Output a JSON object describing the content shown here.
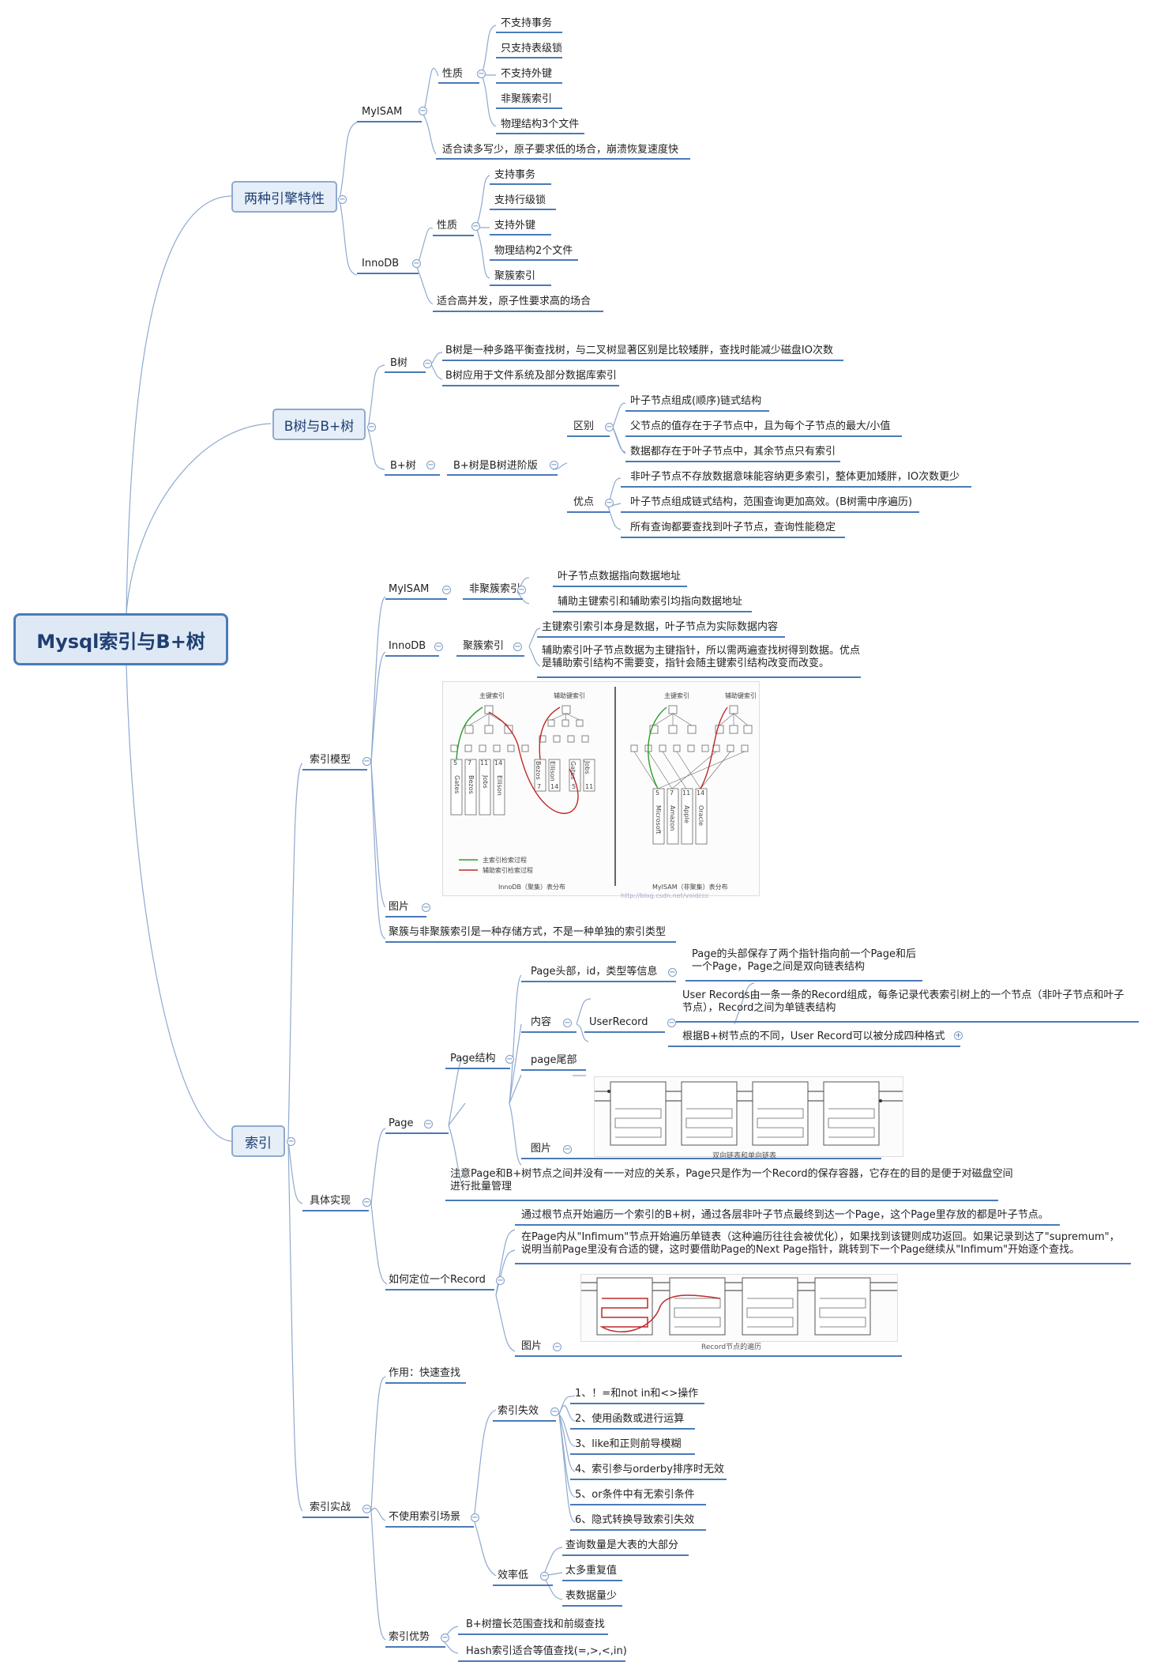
{
  "root": {
    "title": "Mysql索引与B+树"
  },
  "main": {
    "engines": "两种引擎特性",
    "btree": "B树与B+树",
    "index": "索引"
  },
  "engines": {
    "myisam": {
      "label": "MyISAM",
      "nature": "性质",
      "traits": [
        "不支持事务",
        "只支持表级锁",
        "不支持外键",
        "非聚簇索引",
        "物理结构3个文件"
      ],
      "scene": "适合读多写少，原子要求低的场合，崩溃恢复速度快"
    },
    "innodb": {
      "label": "InnoDB",
      "nature": "性质",
      "traits": [
        "支持事务",
        "支持行级锁",
        "支持外键",
        "物理结构2个文件",
        "聚簇索引"
      ],
      "scene": "适合高并发，原子性要求高的场合"
    }
  },
  "btree": {
    "b": {
      "label": "B树",
      "items": [
        "B树是一种多路平衡查找树，与二叉树显著区别是比较矮胖，查找时能减少磁盘IO次数",
        "B树应用于文件系统及部分数据库索引"
      ]
    },
    "bplus": {
      "label": "B+树",
      "desc": "B+树是B树进阶版",
      "diff": {
        "label": "区别",
        "items": [
          "叶子节点组成(顺序)链式结构",
          "父节点的值存在于子节点中，且为每个子节点的最大/小值",
          "数据都存在于叶子节点中，其余节点只有索引"
        ]
      },
      "adv": {
        "label": "优点",
        "items": [
          "非叶子节点不存放数据意味能容纳更多索引，整体更加矮胖，IO次数更少",
          "叶子节点组成链式结构，范围查询更加高效。(B树需中序遍历)",
          "所有查询都要查找到叶子节点，查询性能稳定"
        ]
      }
    }
  },
  "index": {
    "model": {
      "label": "索引模型",
      "myisam": {
        "label": "MyISAM",
        "type": "非聚簇索引",
        "items": [
          "叶子节点数据指向数据地址",
          "辅助主键索引和辅助索引均指向数据地址"
        ]
      },
      "innodb": {
        "label": "InnoDB",
        "type": "聚簇索引",
        "items": [
          "主键索引索引本身是数据，叶子节点为实际数据内容",
          "辅助索引叶子节点数据为主键指针，所以需两遍查找树得到数据。优点是辅助索引结构不需要变，指针会随主键索引结构改变而改变。"
        ]
      },
      "pic_label": "图片",
      "figure": {
        "titles": [
          "主键索引",
          "辅助键索引",
          "主键索引",
          "辅助键索引"
        ],
        "legend": [
          "主索引检索过程",
          "辅助索引检索过程"
        ],
        "captions": [
          "InnoDB（聚集）表分布",
          "MyISAM（非聚集）表分布"
        ],
        "watermark": "http://blog.csdn.net/voidccc",
        "keys": [
          "5",
          "7",
          "11",
          "14"
        ],
        "names": [
          "Gates",
          "Bezos",
          "Jobs",
          "Ellison"
        ],
        "companies": [
          "Microsoft",
          "Amazon",
          "Apple",
          "Oracle"
        ],
        "sec_names": [
          "Bezos",
          "Ellison",
          "Gates",
          "Jobs"
        ],
        "sec_keys": [
          "7",
          "14",
          "5",
          "11"
        ]
      },
      "note": "聚簇与非聚簇索引是一种存储方式，不是一种单独的索引类型"
    },
    "impl": {
      "label": "具体实现",
      "page": {
        "label": "Page",
        "structure": "Page结构",
        "header": {
          "label": "Page头部，id，类型等信息",
          "desc": "Page的头部保存了两个指针指向前一个Page和后一个Page，Page之间是双向链表结构"
        },
        "content": {
          "label": "内容",
          "user_record": "UserRecord",
          "items": [
            "User Records由一条一条的Record组成，每条记录代表索引树上的一个节点（非叶子节点和叶子节点），Record之间为单链表结构",
            "根据B+树节点的不同，User Record可以被分成四种格式"
          ]
        },
        "tail": "page尾部",
        "pic_label": "图片",
        "pic_caption": "双向链表和单向链表",
        "note": "注意Page和B+树节点之间并没有一一对应的关系，Page只是作为一个Record的保存容器，它存在的目的是便于对磁盘空间进行批量管理"
      },
      "locate": {
        "label": "如何定位一个Record",
        "items": [
          "通过根节点开始遍历一个索引的B+树，通过各层非叶子节点最终到达一个Page，这个Page里存放的都是叶子节点。",
          "在Page内从\"Infimum\"节点开始遍历单链表（这种遍历往往会被优化），如果找到该键则成功返回。如果记录到达了\"supremum\"，说明当前Page里没有合适的键，这时要借助Page的Next Page指针，跳转到下一个Page继续从\"Infimum\"开始逐个查找。"
        ],
        "pic_label": "图片",
        "pic_caption": "Record节点的遍历"
      }
    },
    "practice": {
      "label": "索引实战",
      "usage": "作用：快速查找",
      "no_index": {
        "label": "不使用索引场景",
        "invalid": {
          "label": "索引失效",
          "items": [
            "1、！=和not in和<>操作",
            "2、使用函数或进行运算",
            "3、like和正则前导模糊",
            "4、索引参与orderby排序时无效",
            "5、or条件中有无索引条件",
            "6、隐式转换导致索引失效"
          ]
        },
        "low": {
          "label": "效率低",
          "items": [
            "查询数量是大表的大部分",
            "太多重复值",
            "表数据量少"
          ]
        }
      },
      "advantage": {
        "label": "索引优势",
        "items": [
          "B+树擅长范围查找和前缀查找",
          "Hash索引适合等值查找(=,>,<,in)"
        ]
      }
    }
  }
}
